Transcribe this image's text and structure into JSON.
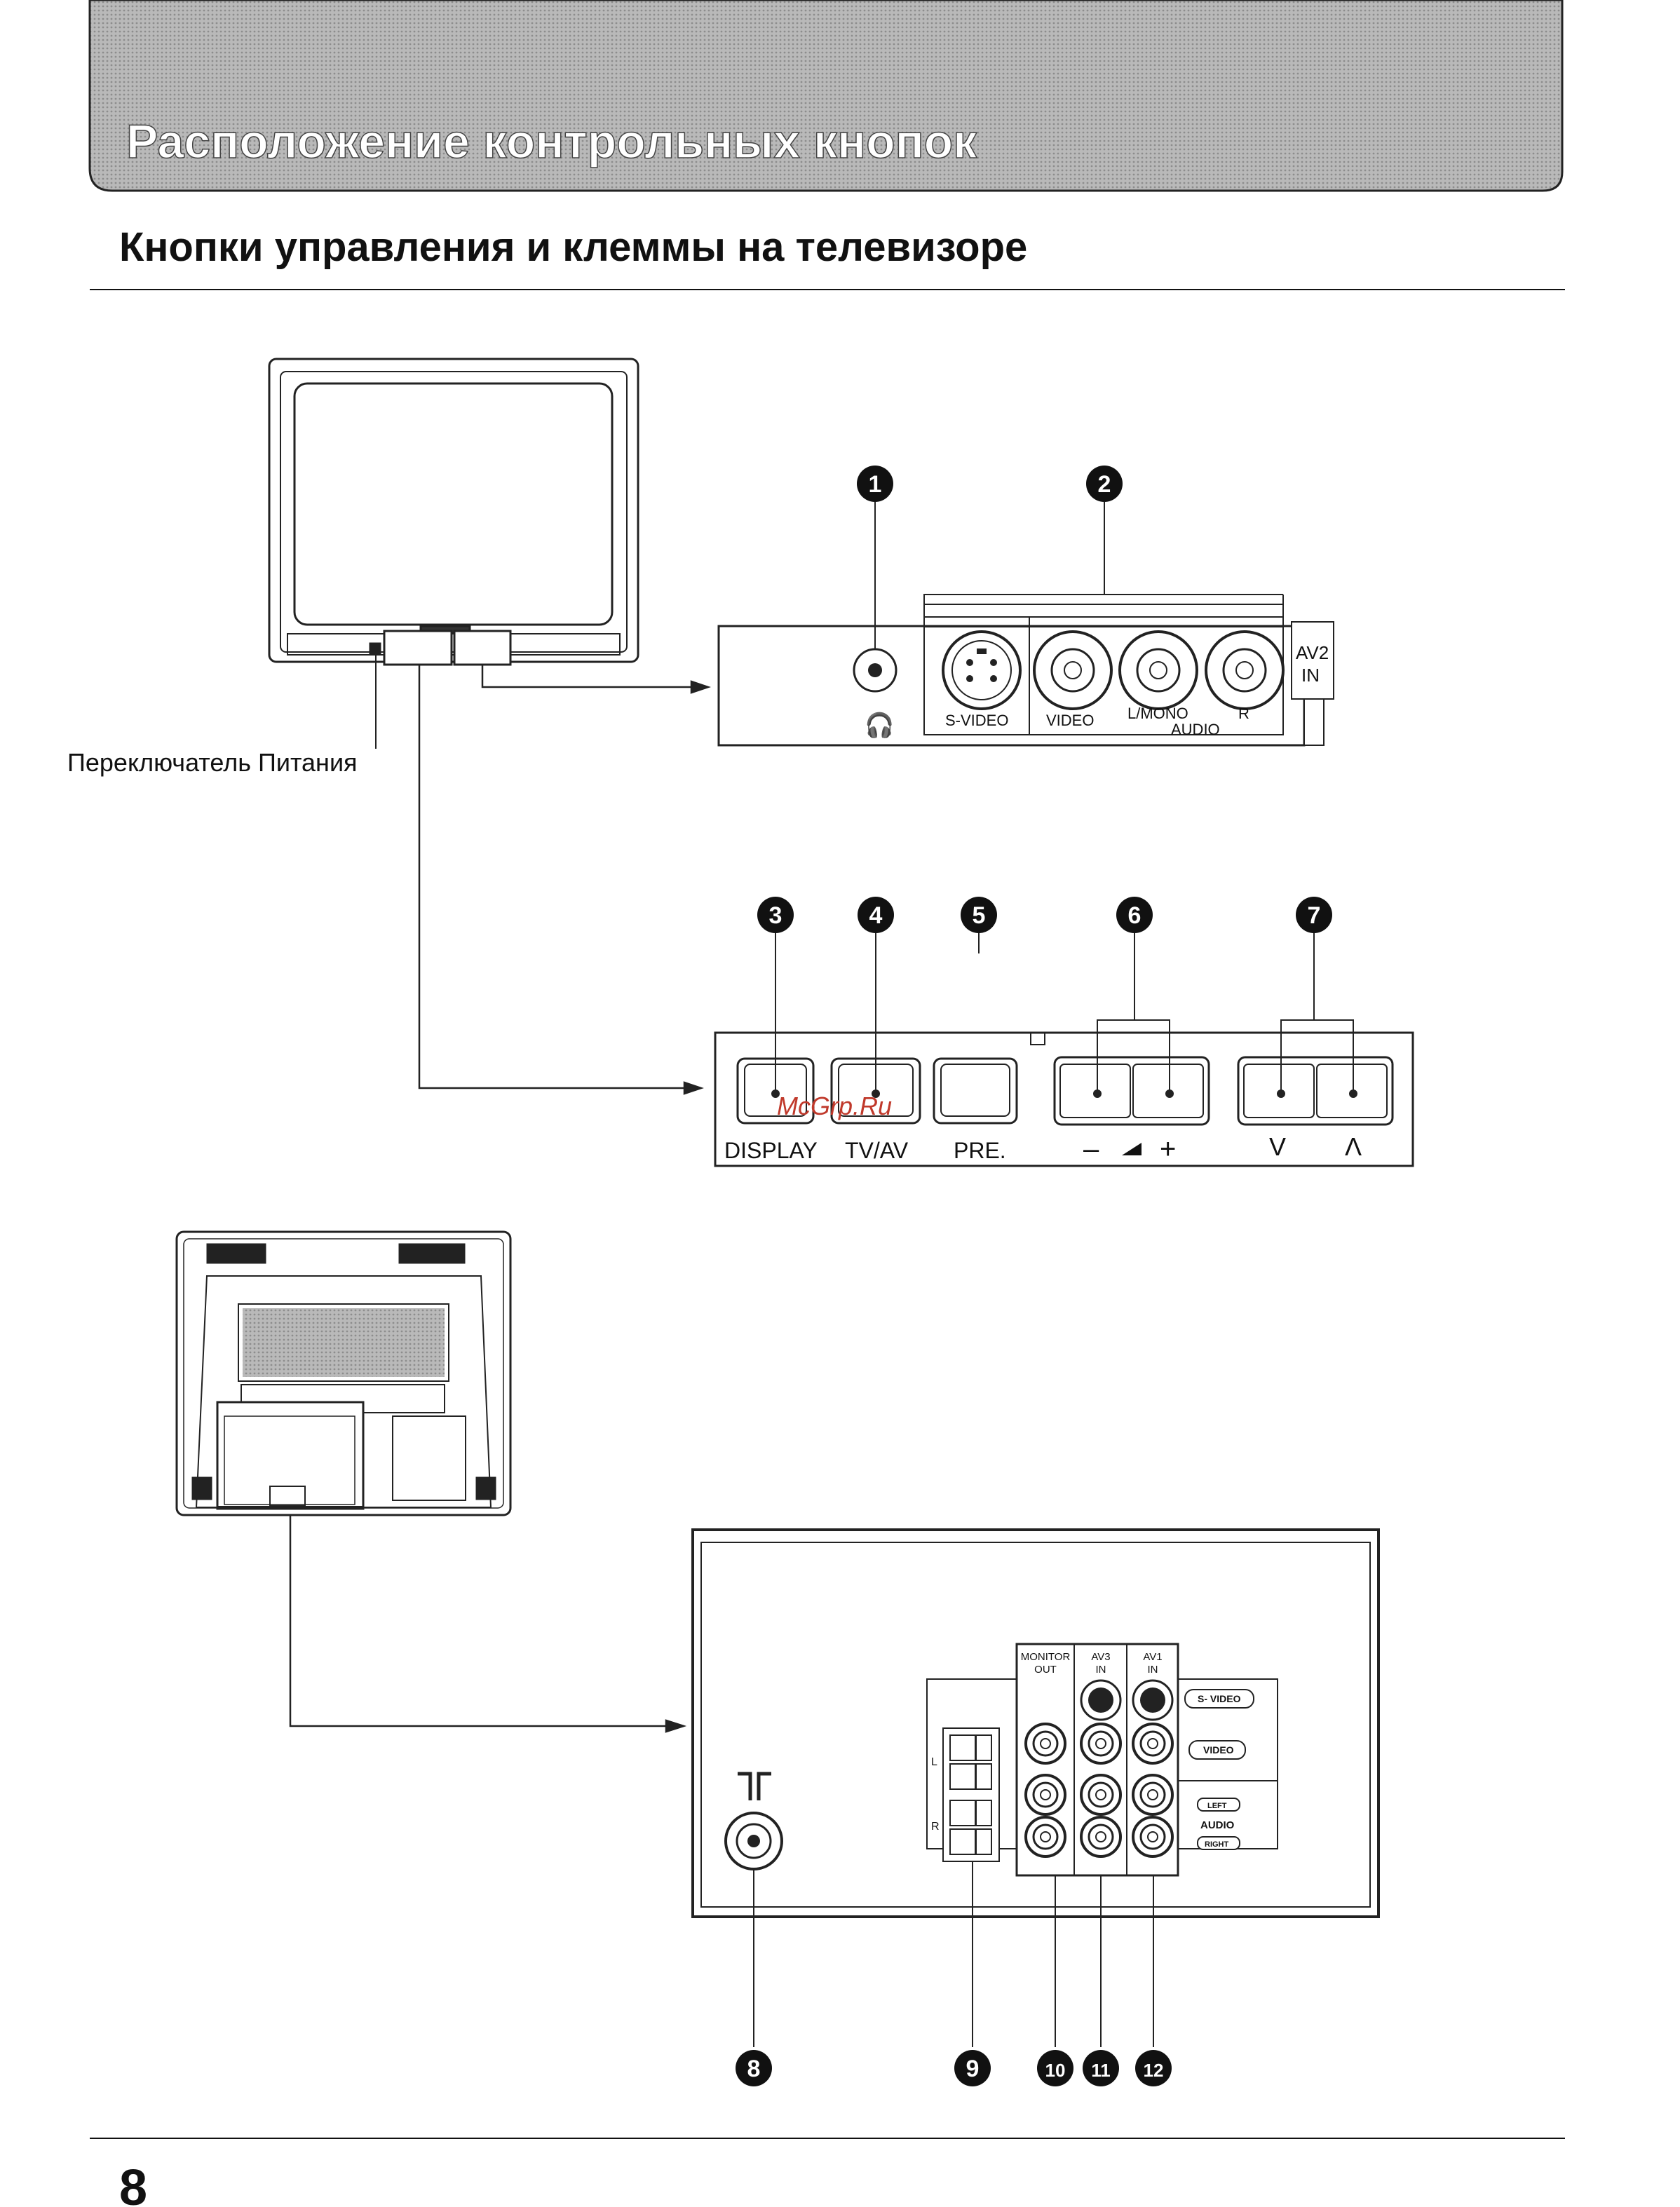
{
  "header": {
    "banner_title": "Расположение контрольных кнопок",
    "section_title": "Кнопки управления и клеммы на телевизоре"
  },
  "front_panel": {
    "power_switch_label": "Переключатель Питания",
    "av2": {
      "svideo_label": "S-VIDEO",
      "video_label": "VIDEO",
      "lmono_label": "L/MONO",
      "audio_label": "AUDIO",
      "r_label": "R",
      "av2_label_line1": "AV2",
      "av2_label_line2": "IN"
    },
    "buttons": {
      "display_label": "DISPLAY",
      "tvav_label": "TV/AV",
      "pre_label": "PRE.",
      "vol_minus": "–",
      "vol_plus": "+",
      "ch_down": "V",
      "ch_up": "Λ"
    }
  },
  "rear_panel": {
    "monitor_out_line1": "MONITOR",
    "monitor_out_line2": "OUT",
    "av3_line1": "AV3",
    "av3_line2": "IN",
    "av1_line1": "AV1",
    "av1_line2": "IN",
    "svideo_tag": "S- VIDEO",
    "video_tag": "VIDEO",
    "left_tag": "LEFT",
    "audio_tag": "AUDIO",
    "right_tag": "RIGHT",
    "speaker_l": "L",
    "speaker_r": "R"
  },
  "callouts": [
    "1",
    "2",
    "3",
    "4",
    "5",
    "6",
    "7",
    "8",
    "9",
    "10",
    "11",
    "12"
  ],
  "watermark": "McGrp.Ru",
  "page_number": "8"
}
